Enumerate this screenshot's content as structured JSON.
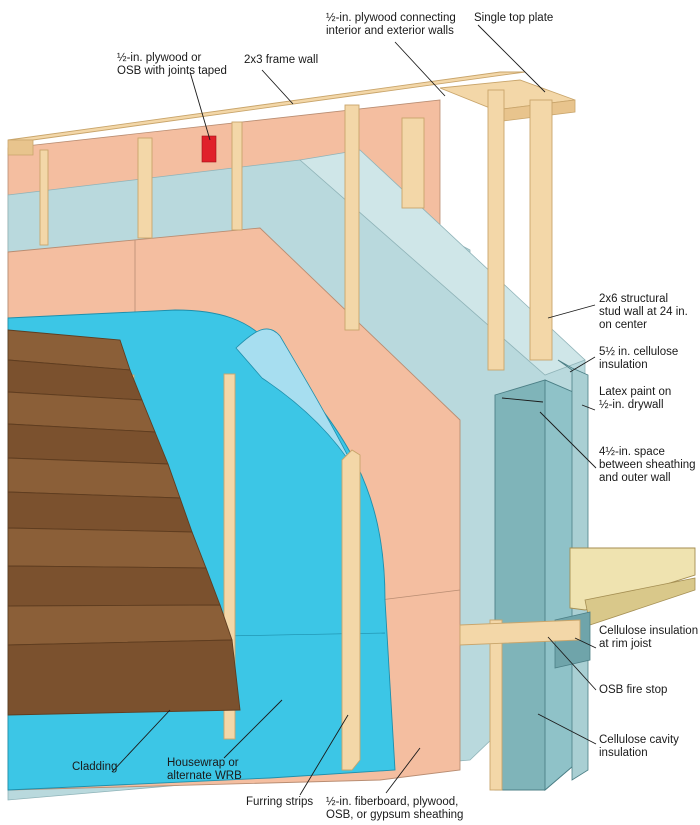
{
  "labels": {
    "plywood_joints": [
      "½-in. plywood or",
      "OSB with joints taped"
    ],
    "frame_wall": [
      "2x3 frame wall"
    ],
    "plywood_connecting": [
      "½-in. plywood connecting",
      "interior and exterior walls"
    ],
    "top_plate": [
      "Single top plate"
    ],
    "structural_stud": [
      "2x6 structural",
      "stud wall at 24 in.",
      "on center"
    ],
    "cellulose_55": [
      "5½ in. cellulose",
      "insulation"
    ],
    "latex_paint": [
      "Latex paint on",
      "½-in. drywall"
    ],
    "space_45": [
      "4½-in. space",
      "between sheathing",
      "and outer wall"
    ],
    "rim_joist": [
      "Cellulose insulation",
      "at rim joist"
    ],
    "osb_fire_stop": [
      "OSB fire stop"
    ],
    "cavity_insulation": [
      "Cellulose cavity",
      "insulation"
    ],
    "cladding": [
      "Cladding"
    ],
    "housewrap": [
      "Housewrap or",
      "alternate WRB"
    ],
    "furring": [
      "Furring strips"
    ],
    "sheathing": [
      "½-in. fiberboard, plywood,",
      "OSB, or gypsum sheathing"
    ]
  },
  "colors": {
    "sheathing": "#f4bea0",
    "insulation": "#b9d9dd",
    "insulation_dark": "#8fc2c8",
    "inner_wall": "#7fb4b9",
    "housewrap": "#3cc6e6",
    "housewrap_light": "#a7def0",
    "wood": "#f3d7a8",
    "wood_edge": "#c9a56b",
    "cladding": "#8b5f38",
    "cladding_dark": "#5f3d20",
    "tape": "#e0202a",
    "floor": "#efe3b0"
  }
}
